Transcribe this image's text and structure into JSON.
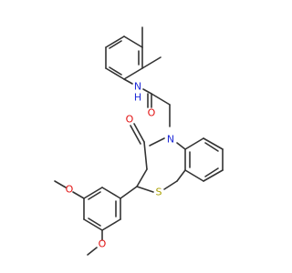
{
  "colors": {
    "bond": "#333333",
    "nitrogen": "#1f2bd8",
    "oxygen": "#e21010",
    "sulfur": "#a9a000",
    "background": "#ffffff"
  },
  "atom_labels": {
    "amide_nh": "N",
    "amide_h": "H",
    "amide_o": "O",
    "ring_o": "O",
    "ring_n": "N",
    "sulfur": "S",
    "methoxy_o_upper": "O",
    "methoxy_o_lower": "O"
  }
}
